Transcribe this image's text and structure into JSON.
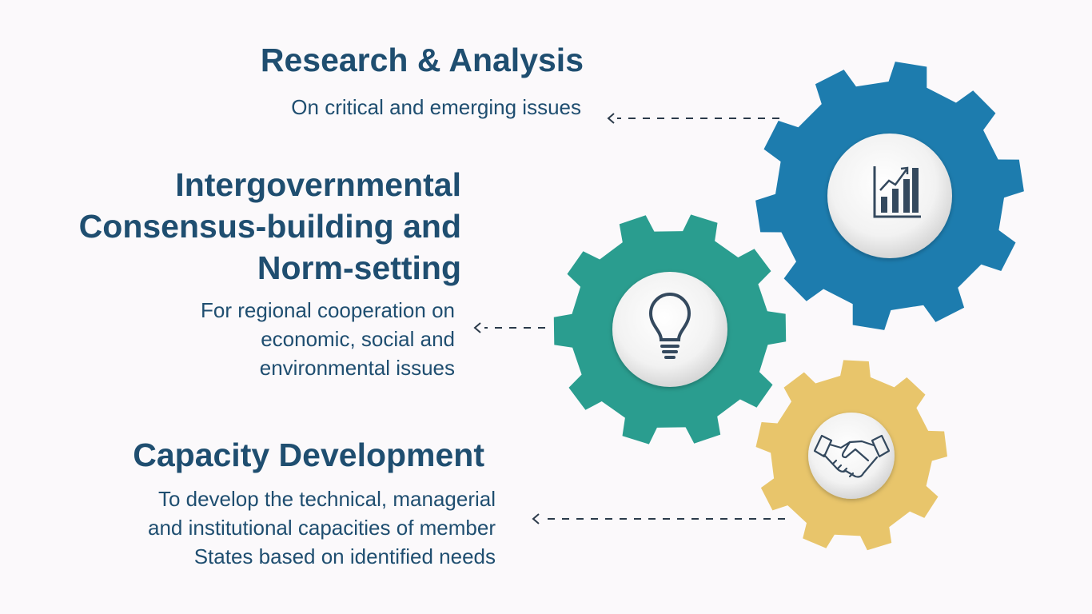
{
  "items": [
    {
      "title_lines": [
        "Research & Analysis"
      ],
      "description_lines": [
        "On critical and emerging issues"
      ],
      "icon": "bar-chart-icon",
      "gear_color": "#1d7cae"
    },
    {
      "title_lines": [
        "Intergovernmental",
        "Consensus-building and",
        "Norm-setting"
      ],
      "description_lines": [
        "For regional cooperation on",
        "economic, social and",
        "environmental issues"
      ],
      "icon": "lightbulb-icon",
      "gear_color": "#2a9d8f"
    },
    {
      "title_lines": [
        "Capacity Development"
      ],
      "description_lines": [
        "To develop the technical, managerial",
        "and institutional capacities of member",
        "States based on identified needs"
      ],
      "icon": "handshake-icon",
      "gear_color": "#e8c56b"
    }
  ],
  "colors": {
    "text": "#1f4e70",
    "icon_stroke": "#34495e",
    "arrow": "#2b3a4a"
  }
}
